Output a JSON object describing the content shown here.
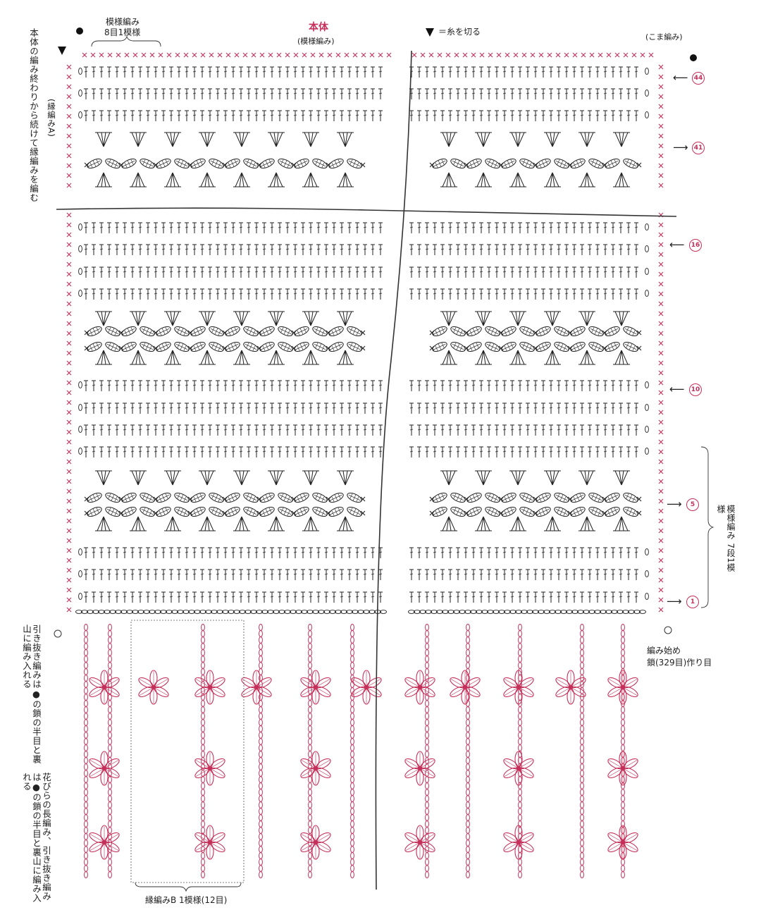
{
  "title": "本体",
  "subtitle": "(模様編み)",
  "legend_cut": "＝糸を切る",
  "pattern_repeat_label": "模様編み",
  "pattern_repeat_value": "8目1模様",
  "edge_label": "(こま編み)",
  "edge_a_note": "本体の編み終わりから続けて縁編みを編む",
  "edge_a_label": "(縁編みA)",
  "row_markers": [
    "44",
    "41",
    "16",
    "10",
    "5",
    "1"
  ],
  "pattern_rows_label": "模様編み 7段1模様",
  "start_label": "編み始め",
  "start_chain": "鎖(329目)作り目",
  "slip_note": "引き抜き編みは●の鎖の半目と裏山に編み入れる",
  "petal_note": "花びらの長編み、引き抜き編みは●の鎖の半目と裏山に編み入れる",
  "edge_b_label": "縁編みB 1模様(12目)",
  "colors": {
    "accent": "#c4305a",
    "ink": "#222222"
  }
}
